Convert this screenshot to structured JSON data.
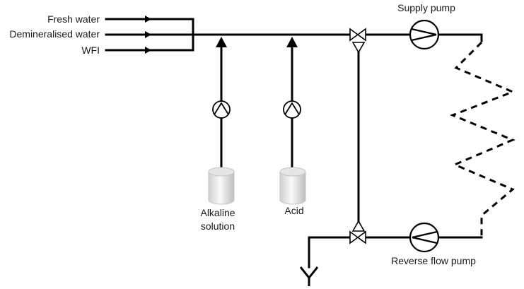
{
  "labels": {
    "inlet_fresh": "Fresh water",
    "inlet_demin": "Demineralised water",
    "inlet_wfi": "WFI",
    "supply_pump": "Supply pump",
    "reverse_pump": "Reverse flow pump",
    "alkaline_line1": "Alkaline",
    "alkaline_line2": "solution",
    "acid": "Acid"
  }
}
